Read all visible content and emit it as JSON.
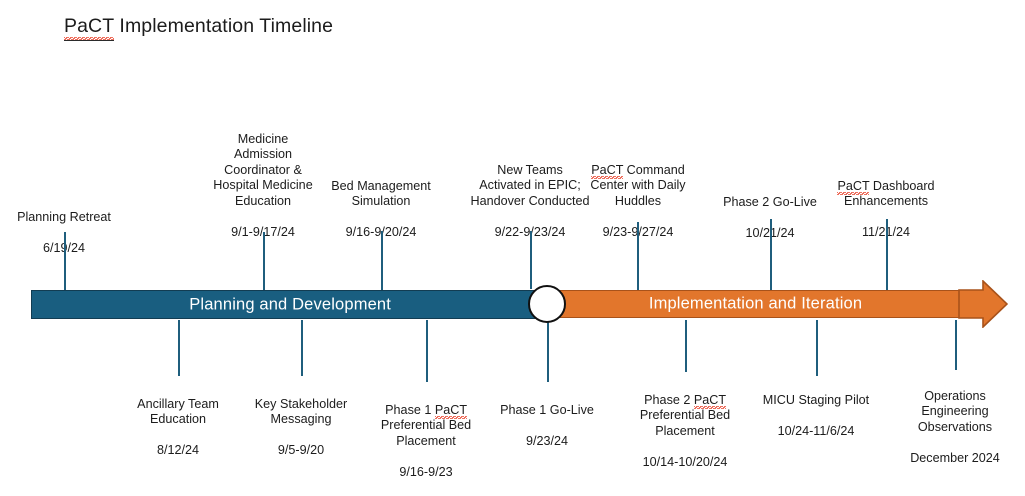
{
  "title": {
    "misspelled_word": "PaCT",
    "rest": " Implementation Timeline"
  },
  "bar": {
    "phase1_label": "Planning and Development",
    "phase2_label": "Implementation and Iteration",
    "phase1_color": "#195E80",
    "phase2_color": "#E2762C",
    "leader_line_color": "#1F5E7D",
    "junction_marker": "circle-marker",
    "arrow_direction": "right"
  },
  "milestones_above": [
    {
      "name": "planning-retreat",
      "title": "Planning Retreat",
      "date": "6/19/24",
      "misspelled": false
    },
    {
      "name": "medicine-admission-coordinator",
      "title": "Medicine Admission Coordinator & Hospital Medicine Education",
      "date": "9/1-9/17/24",
      "misspelled": false
    },
    {
      "name": "bed-management-simulation",
      "title": "Bed Management Simulation",
      "date": "9/16-9/20/24",
      "misspelled": false
    },
    {
      "name": "new-teams-activated-epic",
      "title": "New Teams Activated in EPIC; Handover Conducted",
      "date": "9/22-9/23/24",
      "misspelled": false
    },
    {
      "name": "pact-command-center",
      "title_misspelled_word": "PaCT",
      "title": " Command Center with Daily Huddles",
      "date": "9/23-9/27/24",
      "misspelled": true
    },
    {
      "name": "phase-2-go-live",
      "title": "Phase 2 Go-Live",
      "date": "10/21/24",
      "misspelled": false
    },
    {
      "name": "pact-dashboard-enhancements",
      "title_misspelled_word": "PaCT",
      "title": " Dashboard Enhancements",
      "date": "11/21/24",
      "misspelled": true
    }
  ],
  "milestones_below": [
    {
      "name": "ancillary-team-education",
      "title": "Ancillary Team Education",
      "date": "8/12/24",
      "misspelled": false
    },
    {
      "name": "key-stakeholder-messaging",
      "title": "Key Stakeholder Messaging",
      "date": "9/5-9/20",
      "misspelled": false
    },
    {
      "name": "phase-1-pact-preferential-bed-placement",
      "title_prefix": "Phase 1 ",
      "title_misspelled_word": "PaCT",
      "title": " Preferential Bed Placement",
      "date": "9/16-9/23",
      "misspelled": true
    },
    {
      "name": "phase-1-go-live",
      "title": "Phase 1 Go-Live",
      "date": "9/23/24",
      "misspelled": false
    },
    {
      "name": "phase-2-pact-preferential-bed-placement",
      "title_prefix": "Phase 2 ",
      "title_misspelled_word": "PaCT",
      "title": " Preferential Bed Placement",
      "date": "10/14-10/20/24",
      "misspelled": true
    },
    {
      "name": "micu-staging-pilot",
      "title": "MICU Staging Pilot",
      "date": "10/24-11/6/24",
      "misspelled": false
    },
    {
      "name": "operations-engineering-observations",
      "title": "Operations Engineering Observations",
      "date": "December 2024",
      "misspelled": false
    }
  ]
}
